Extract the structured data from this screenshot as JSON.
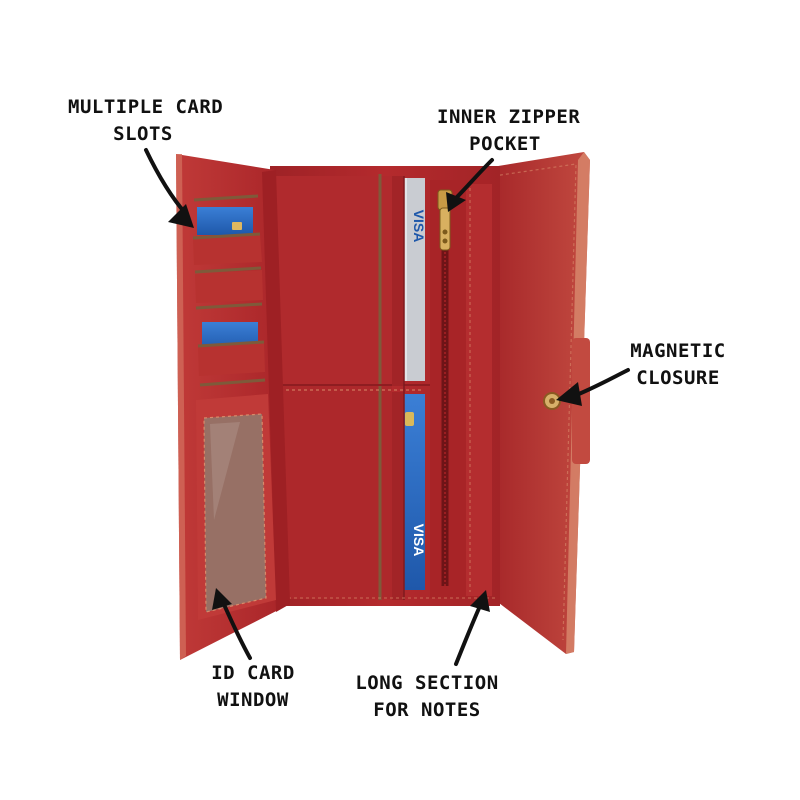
{
  "product": "red-trifold-wallet-open",
  "colors": {
    "leather": "#b7292c",
    "leather_dark": "#8e1d21",
    "leather_light": "#c94a44",
    "stitch": "#d98a6a",
    "zipper_gold": "#c89a45",
    "card_blue": "#2f6fc4",
    "card_silver": "#c9ccd2"
  },
  "callouts": {
    "card_slots": [
      "MULTIPLE CARD",
      "SLOTS"
    ],
    "zipper_pocket": [
      "INNER ZIPPER",
      "POCKET"
    ],
    "magnetic_closure": [
      "MAGNETIC",
      "CLOSURE"
    ],
    "id_window": [
      "ID CARD",
      "WINDOW"
    ],
    "notes_section": [
      "LONG SECTION",
      "FOR NOTES"
    ]
  },
  "card_text": {
    "brand": "VISA"
  }
}
